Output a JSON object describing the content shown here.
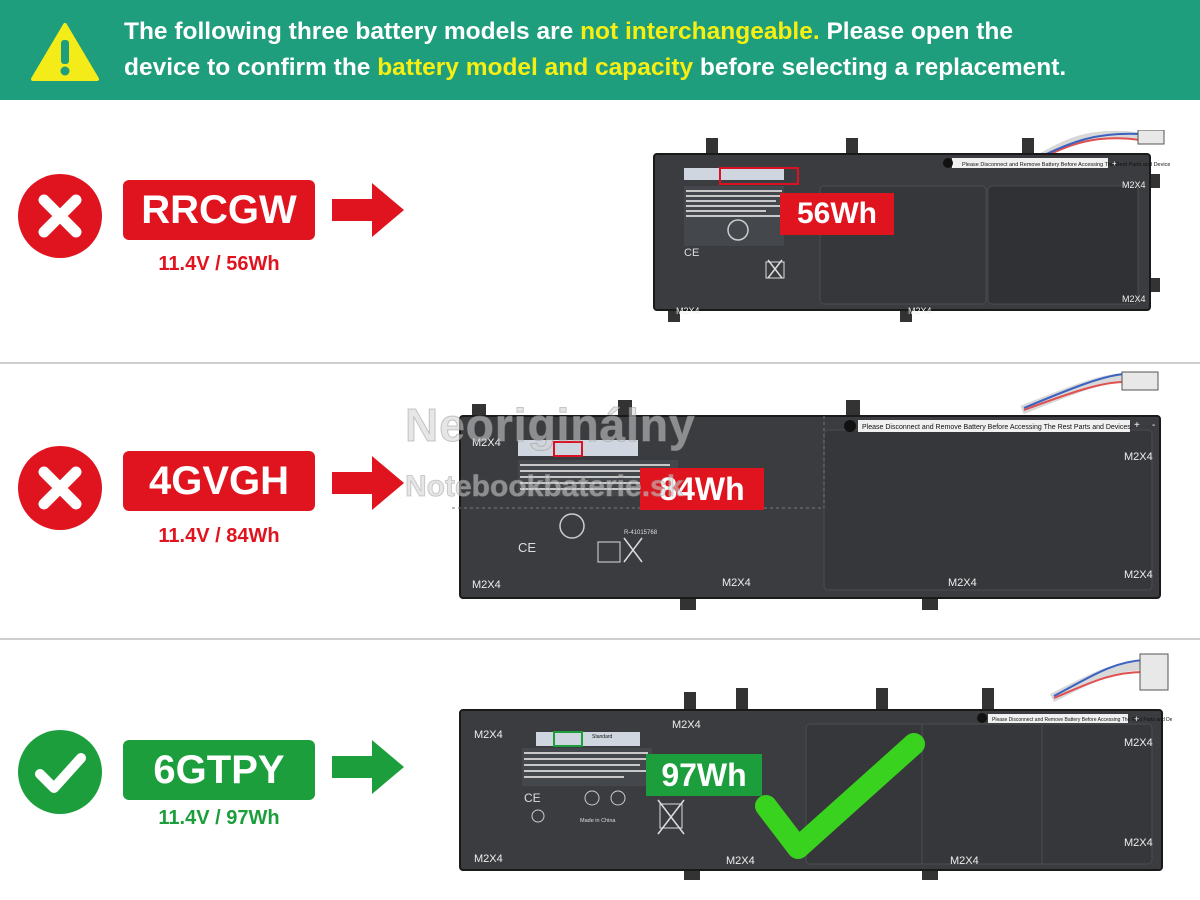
{
  "banner": {
    "line1_a": "The following three battery models are ",
    "line1_hl": "not interchangeable.",
    "line1_b": " Please open the",
    "line2_a": "device to confirm the ",
    "line2_hl": "battery model and capacity",
    "line2_b": " before selecting a replacement.",
    "icon": "warning-triangle-icon",
    "bg_color": "#1f9e7e",
    "highlight_color": "#f7ee12"
  },
  "rows": [
    {
      "model": "RRCGW",
      "spec": "11.4V / 56Wh",
      "capacity": "56Wh",
      "status": "incompatible",
      "status_icon": "x-icon",
      "color": "#e0141e"
    },
    {
      "model": "4GVGH",
      "spec": "11.4V / 84Wh",
      "capacity": "84Wh",
      "status": "incompatible",
      "status_icon": "x-icon",
      "color": "#e0141e"
    },
    {
      "model": "6GTPY",
      "spec": "11.4V / 97Wh",
      "capacity": "97Wh",
      "status": "compatible",
      "status_icon": "check-icon",
      "color": "#1c9e3c"
    }
  ],
  "battery_text": {
    "screw": "M2X4",
    "warning_strip": "Please Disconnect and Remove Battery Before Accessing The Rest Parts and Devices",
    "plus": "+",
    "minus": "-",
    "standard": "Standard",
    "made_in": "Made in China",
    "cert": "R-41015768"
  },
  "watermark": {
    "line1": "Neoriginálny",
    "line2": "Notebookbaterie.sk"
  }
}
